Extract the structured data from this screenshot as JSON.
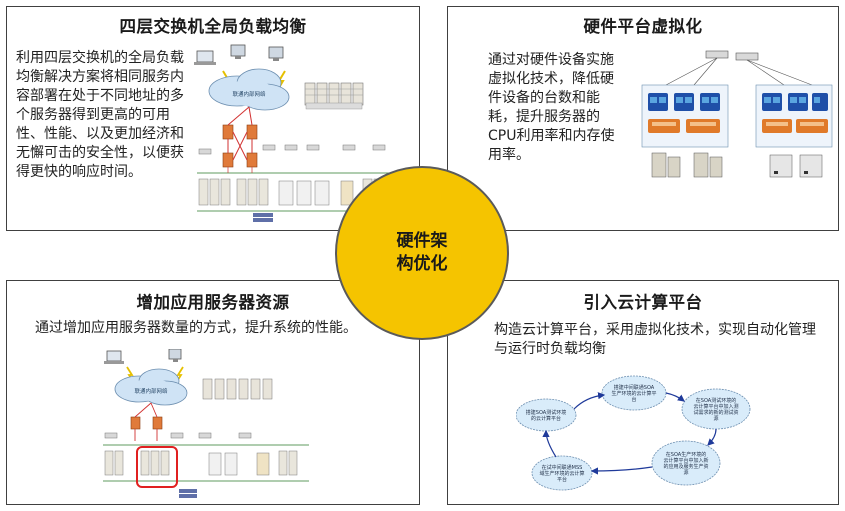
{
  "center": {
    "label": "硬件架构优化"
  },
  "panels": {
    "top_left": {
      "title": "四层交换机全局负载均衡",
      "text": "利用四层交换机的全局负载均衡解决方案将相同服务内容部署在处于不同地址的多个服务器得到更高的可用性、性能、以及更加经济和无懈可击的安全性，以便获得更快的响应时间。",
      "cloud_label": "联通内部网络"
    },
    "top_right": {
      "title": "硬件平台虚拟化",
      "text": "通过对硬件设备实施虚拟化技术，降低硬件设备的台数和能耗，提升服务器的CPU利用率和内存使用率。"
    },
    "bottom_left": {
      "title": "增加应用服务器资源",
      "text": "通过增加应用服务器数量的方式，提升系统的性能。",
      "cloud_label": "联通内部网络"
    },
    "bottom_right": {
      "title": "引入云计算平台",
      "text": "构造云计算平台，采用虚拟化技术，实现自动化管理与运行时负载均衡",
      "clouds": [
        "搭建SOA测试环境的云计算平台",
        "搭建中间联通SOA生产环境的云计算平台",
        "在SOA测试环境的云计算平台中加入测试需求的新的测试资源",
        "在SOA生产环境的云计算平台中加入新的应用及服务生产资源",
        "在试中间联通MSS域生产环境的云计算平台"
      ]
    }
  }
}
